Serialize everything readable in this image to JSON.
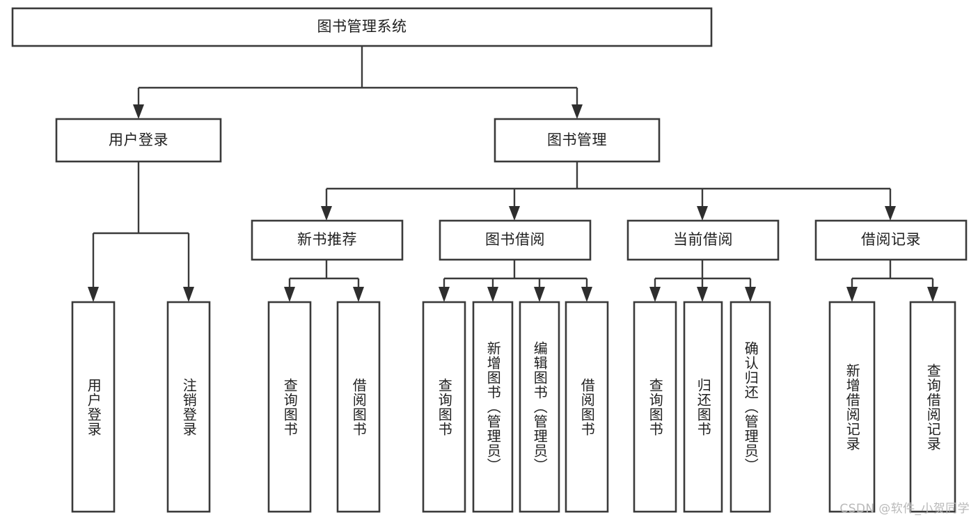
{
  "diagram": {
    "type": "tree-hierarchy",
    "title": "图书管理系统",
    "background_color": "#ffffff",
    "box_stroke_color": "#3a3a3a",
    "text_color": "#1f1f1f",
    "arrow_color": "#2e2e2e",
    "root": {
      "label": "图书管理系统",
      "orientation": "horizontal"
    },
    "level2": [
      {
        "label": "用户登录",
        "orientation": "horizontal"
      },
      {
        "label": "图书管理",
        "orientation": "horizontal"
      }
    ],
    "level3": [
      {
        "label": "新书推荐",
        "orientation": "horizontal"
      },
      {
        "label": "图书借阅",
        "orientation": "horizontal"
      },
      {
        "label": "当前借阅",
        "orientation": "horizontal"
      },
      {
        "label": "借阅记录",
        "orientation": "horizontal"
      }
    ],
    "leaves": {
      "user_login": [
        {
          "label": "用户登录",
          "orientation": "vertical"
        },
        {
          "label": "注销登录",
          "orientation": "vertical"
        }
      ],
      "new_book_recommend": [
        {
          "label": "查询图书",
          "orientation": "vertical"
        },
        {
          "label": "借阅图书",
          "orientation": "vertical"
        }
      ],
      "book_borrow": [
        {
          "label": "查询图书",
          "orientation": "vertical"
        },
        {
          "label": "新增图书（管理员）",
          "orientation": "vertical"
        },
        {
          "label": "编辑图书（管理员）",
          "orientation": "vertical"
        },
        {
          "label": "借阅图书",
          "orientation": "vertical"
        }
      ],
      "current_borrow": [
        {
          "label": "查询图书",
          "orientation": "vertical"
        },
        {
          "label": "归还图书",
          "orientation": "vertical"
        },
        {
          "label": "确认归还（管理员）",
          "orientation": "vertical"
        }
      ],
      "borrow_records": [
        {
          "label": "新增借阅记录",
          "orientation": "vertical"
        },
        {
          "label": "查询借阅记录",
          "orientation": "vertical"
        }
      ]
    }
  },
  "watermark": {
    "text": "CSDN @软件_小贺同学"
  }
}
